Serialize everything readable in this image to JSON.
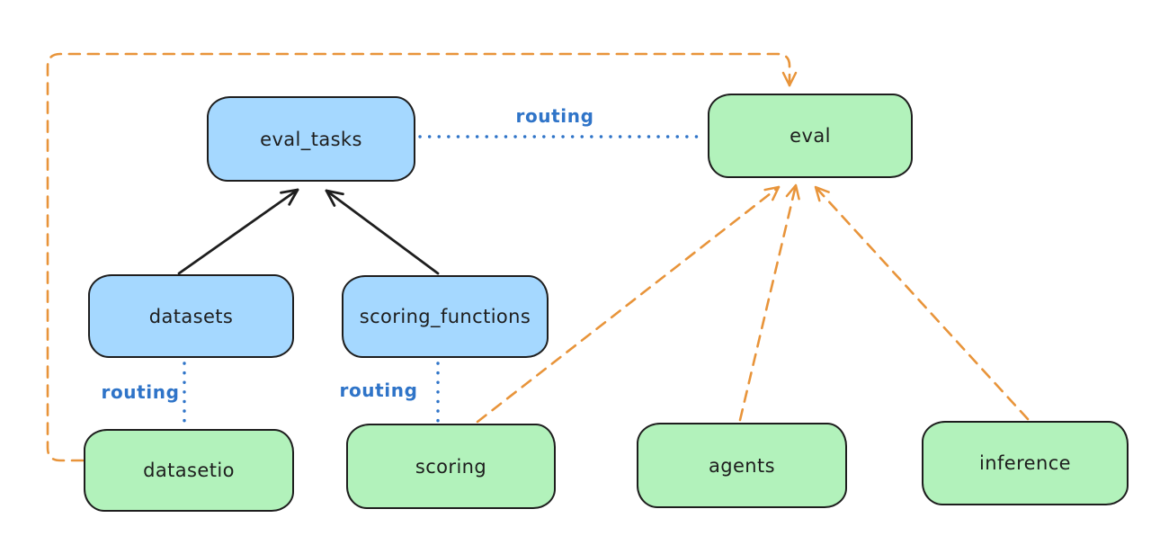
{
  "colors": {
    "background": "#ffffff",
    "registry_fill": "#a5d8ff",
    "provider_fill": "#b2f2bb",
    "node_stroke": "#1e1e1e",
    "routing_blue": "#2f74c8",
    "provider_arrow_orange": "#e8943a",
    "solid_arrow_black": "#1e1e1e"
  },
  "nodes": {
    "eval_tasks": {
      "label": "eval_tasks",
      "kind": "registry",
      "fill": "#a5d8ff"
    },
    "eval": {
      "label": "eval",
      "kind": "api",
      "fill": "#b2f2bb"
    },
    "datasets": {
      "label": "datasets",
      "kind": "registry",
      "fill": "#a5d8ff"
    },
    "scoring_functions": {
      "label": "scoring_functions",
      "kind": "registry",
      "fill": "#a5d8ff"
    },
    "datasetio": {
      "label": "datasetio",
      "kind": "api",
      "fill": "#b2f2bb"
    },
    "scoring": {
      "label": "scoring",
      "kind": "api",
      "fill": "#b2f2bb"
    },
    "agents": {
      "label": "agents",
      "kind": "api",
      "fill": "#b2f2bb"
    },
    "inference": {
      "label": "inference",
      "kind": "api",
      "fill": "#b2f2bb"
    }
  },
  "edge_labels": {
    "eval_tasks_eval": "routing",
    "datasets_datasetio": "routing",
    "scoring_functions_scoring": "routing"
  },
  "edges": [
    {
      "from": "datasets",
      "to": "eval_tasks",
      "style": "solid",
      "color": "#1e1e1e",
      "arrow": true,
      "label": ""
    },
    {
      "from": "scoring_functions",
      "to": "eval_tasks",
      "style": "solid",
      "color": "#1e1e1e",
      "arrow": true,
      "label": ""
    },
    {
      "from": "eval_tasks",
      "to": "eval",
      "style": "dotted",
      "color": "#2f74c8",
      "arrow": false,
      "label": "routing"
    },
    {
      "from": "datasets",
      "to": "datasetio",
      "style": "dotted",
      "color": "#2f74c8",
      "arrow": false,
      "label": "routing"
    },
    {
      "from": "scoring_functions",
      "to": "scoring",
      "style": "dotted",
      "color": "#2f74c8",
      "arrow": false,
      "label": "routing"
    },
    {
      "from": "datasetio",
      "to": "eval",
      "style": "dashed",
      "color": "#e8943a",
      "arrow": true,
      "label": "",
      "route": "around-left-and-top"
    },
    {
      "from": "scoring",
      "to": "eval",
      "style": "dashed",
      "color": "#e8943a",
      "arrow": true,
      "label": ""
    },
    {
      "from": "agents",
      "to": "eval",
      "style": "dashed",
      "color": "#e8943a",
      "arrow": true,
      "label": ""
    },
    {
      "from": "inference",
      "to": "eval",
      "style": "dashed",
      "color": "#e8943a",
      "arrow": true,
      "label": ""
    }
  ]
}
